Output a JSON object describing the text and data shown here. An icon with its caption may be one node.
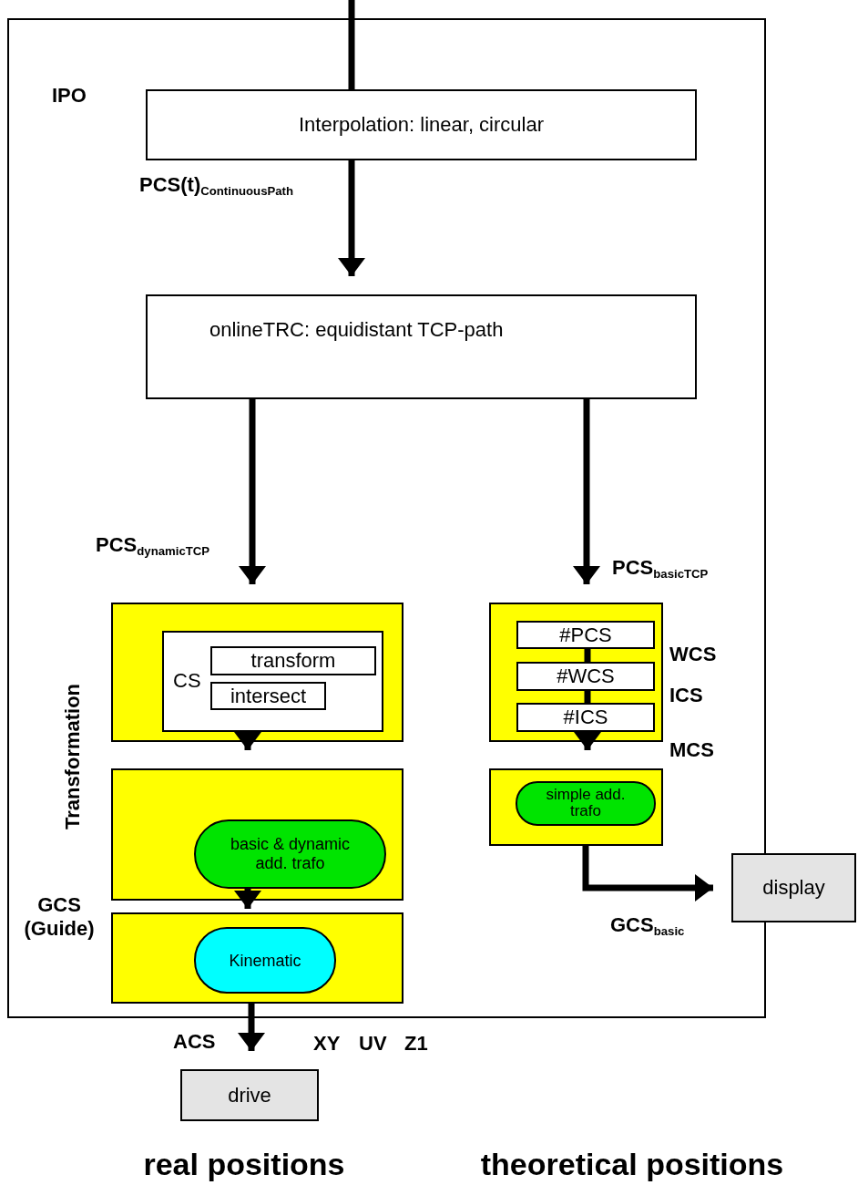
{
  "diagram": {
    "nodes": [
      {
        "text": [
          "IPO"
        ]
      },
      {
        "text": [
          "Interpolation: linear, circular"
        ],
        "in": 0
      },
      {
        "text": [
          "onlineTRC: equidistant TCP-path"
        ],
        "in": 0
      },
      {
        "text": [],
        "shape": "box",
        "in": 0
      },
      {
        "text": [
          "CS"
        ],
        "in": 3
      },
      {
        "text": [
          "transform"
        ],
        "in": 4
      },
      {
        "text": [
          "intersect"
        ],
        "in": 4
      },
      {
        "text": [],
        "shape": "box",
        "in": 0
      },
      {
        "text": [
          "basic & dynamic add. trafo"
        ],
        "in": 7
      },
      {
        "text": [],
        "shape": "box",
        "in": 0
      },
      {
        "text": [
          "Kinematic"
        ],
        "in": 9
      },
      {
        "text": [],
        "shape": "box",
        "in": 0
      },
      {
        "text": [
          "#PCS"
        ],
        "in": 11
      },
      {
        "text": [
          "#WCS"
        ],
        "in": 11
      },
      {
        "text": [
          "#ICS"
        ],
        "in": 11
      },
      {
        "text": [],
        "shape": "box",
        "in": 0
      },
      {
        "text": [
          "simple add. trafo"
        ],
        "in": 15
      },
      {
        "text": [
          "display"
        ]
      },
      {
        "text": [
          "drive"
        ]
      }
    ],
    "edges": [
      {
        "from": null,
        "to": 1,
        "arrow": "none"
      },
      {
        "from": 1,
        "to": 2,
        "arrow": "to",
        "label": "PCS(t)$_{ContinuousPath}$"
      },
      {
        "from": 2,
        "to": 3,
        "arrow": "to",
        "label": "PCS$_{dynamicTCP}$"
      },
      {
        "from": 2,
        "to": 11,
        "arrow": "to",
        "label": "PCS$_{basicTCP}$"
      },
      {
        "from": 4,
        "to": 7,
        "arrow": "to"
      },
      {
        "from": 8,
        "to": 10,
        "arrow": "to"
      },
      {
        "from": 12,
        "to": 13,
        "arrow": "none"
      },
      {
        "from": 13,
        "to": 14,
        "arrow": "none"
      },
      {
        "from": 14,
        "to": 15,
        "arrow": "to"
      },
      {
        "from": 15,
        "to": 17,
        "arrow": "to",
        "label": "GCS$_{basic}$"
      },
      {
        "from": 9,
        "to": 18,
        "arrow": "to",
        "label": "ACS"
      }
    ],
    "labels": [
      "Transformation",
      "WCS",
      "ICS",
      "MCS",
      "GCS (Guide)",
      "XY",
      "UV",
      "Z1",
      "real positions",
      "theoretical positions"
    ]
  }
}
